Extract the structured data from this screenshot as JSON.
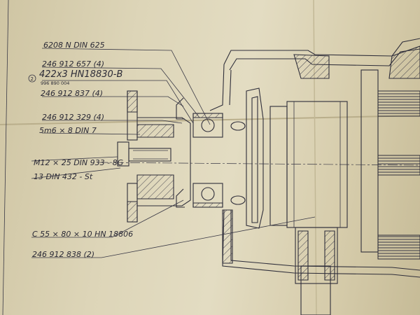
{
  "labels": {
    "bearing": "6208 N DIN 625",
    "part_657": "246 912 657 (4)",
    "oring": "422x3 HN18830-B",
    "sub_code": "996 890 004",
    "marker": "2",
    "part_837": "246 912 837 (4)",
    "part_329": "246 912 329 (4)",
    "pin": "5m6 × 8 DIN 7",
    "bolt": "M12 × 25 DIN 933 - 8G",
    "washer": "13 DIN 432 - St",
    "seal": "C 55 × 80 × 10 HN 18806",
    "part_838": "246 912 838 (2)"
  },
  "colors": {
    "paper": "#ddd5b8",
    "ink": "#2f2e3a"
  }
}
